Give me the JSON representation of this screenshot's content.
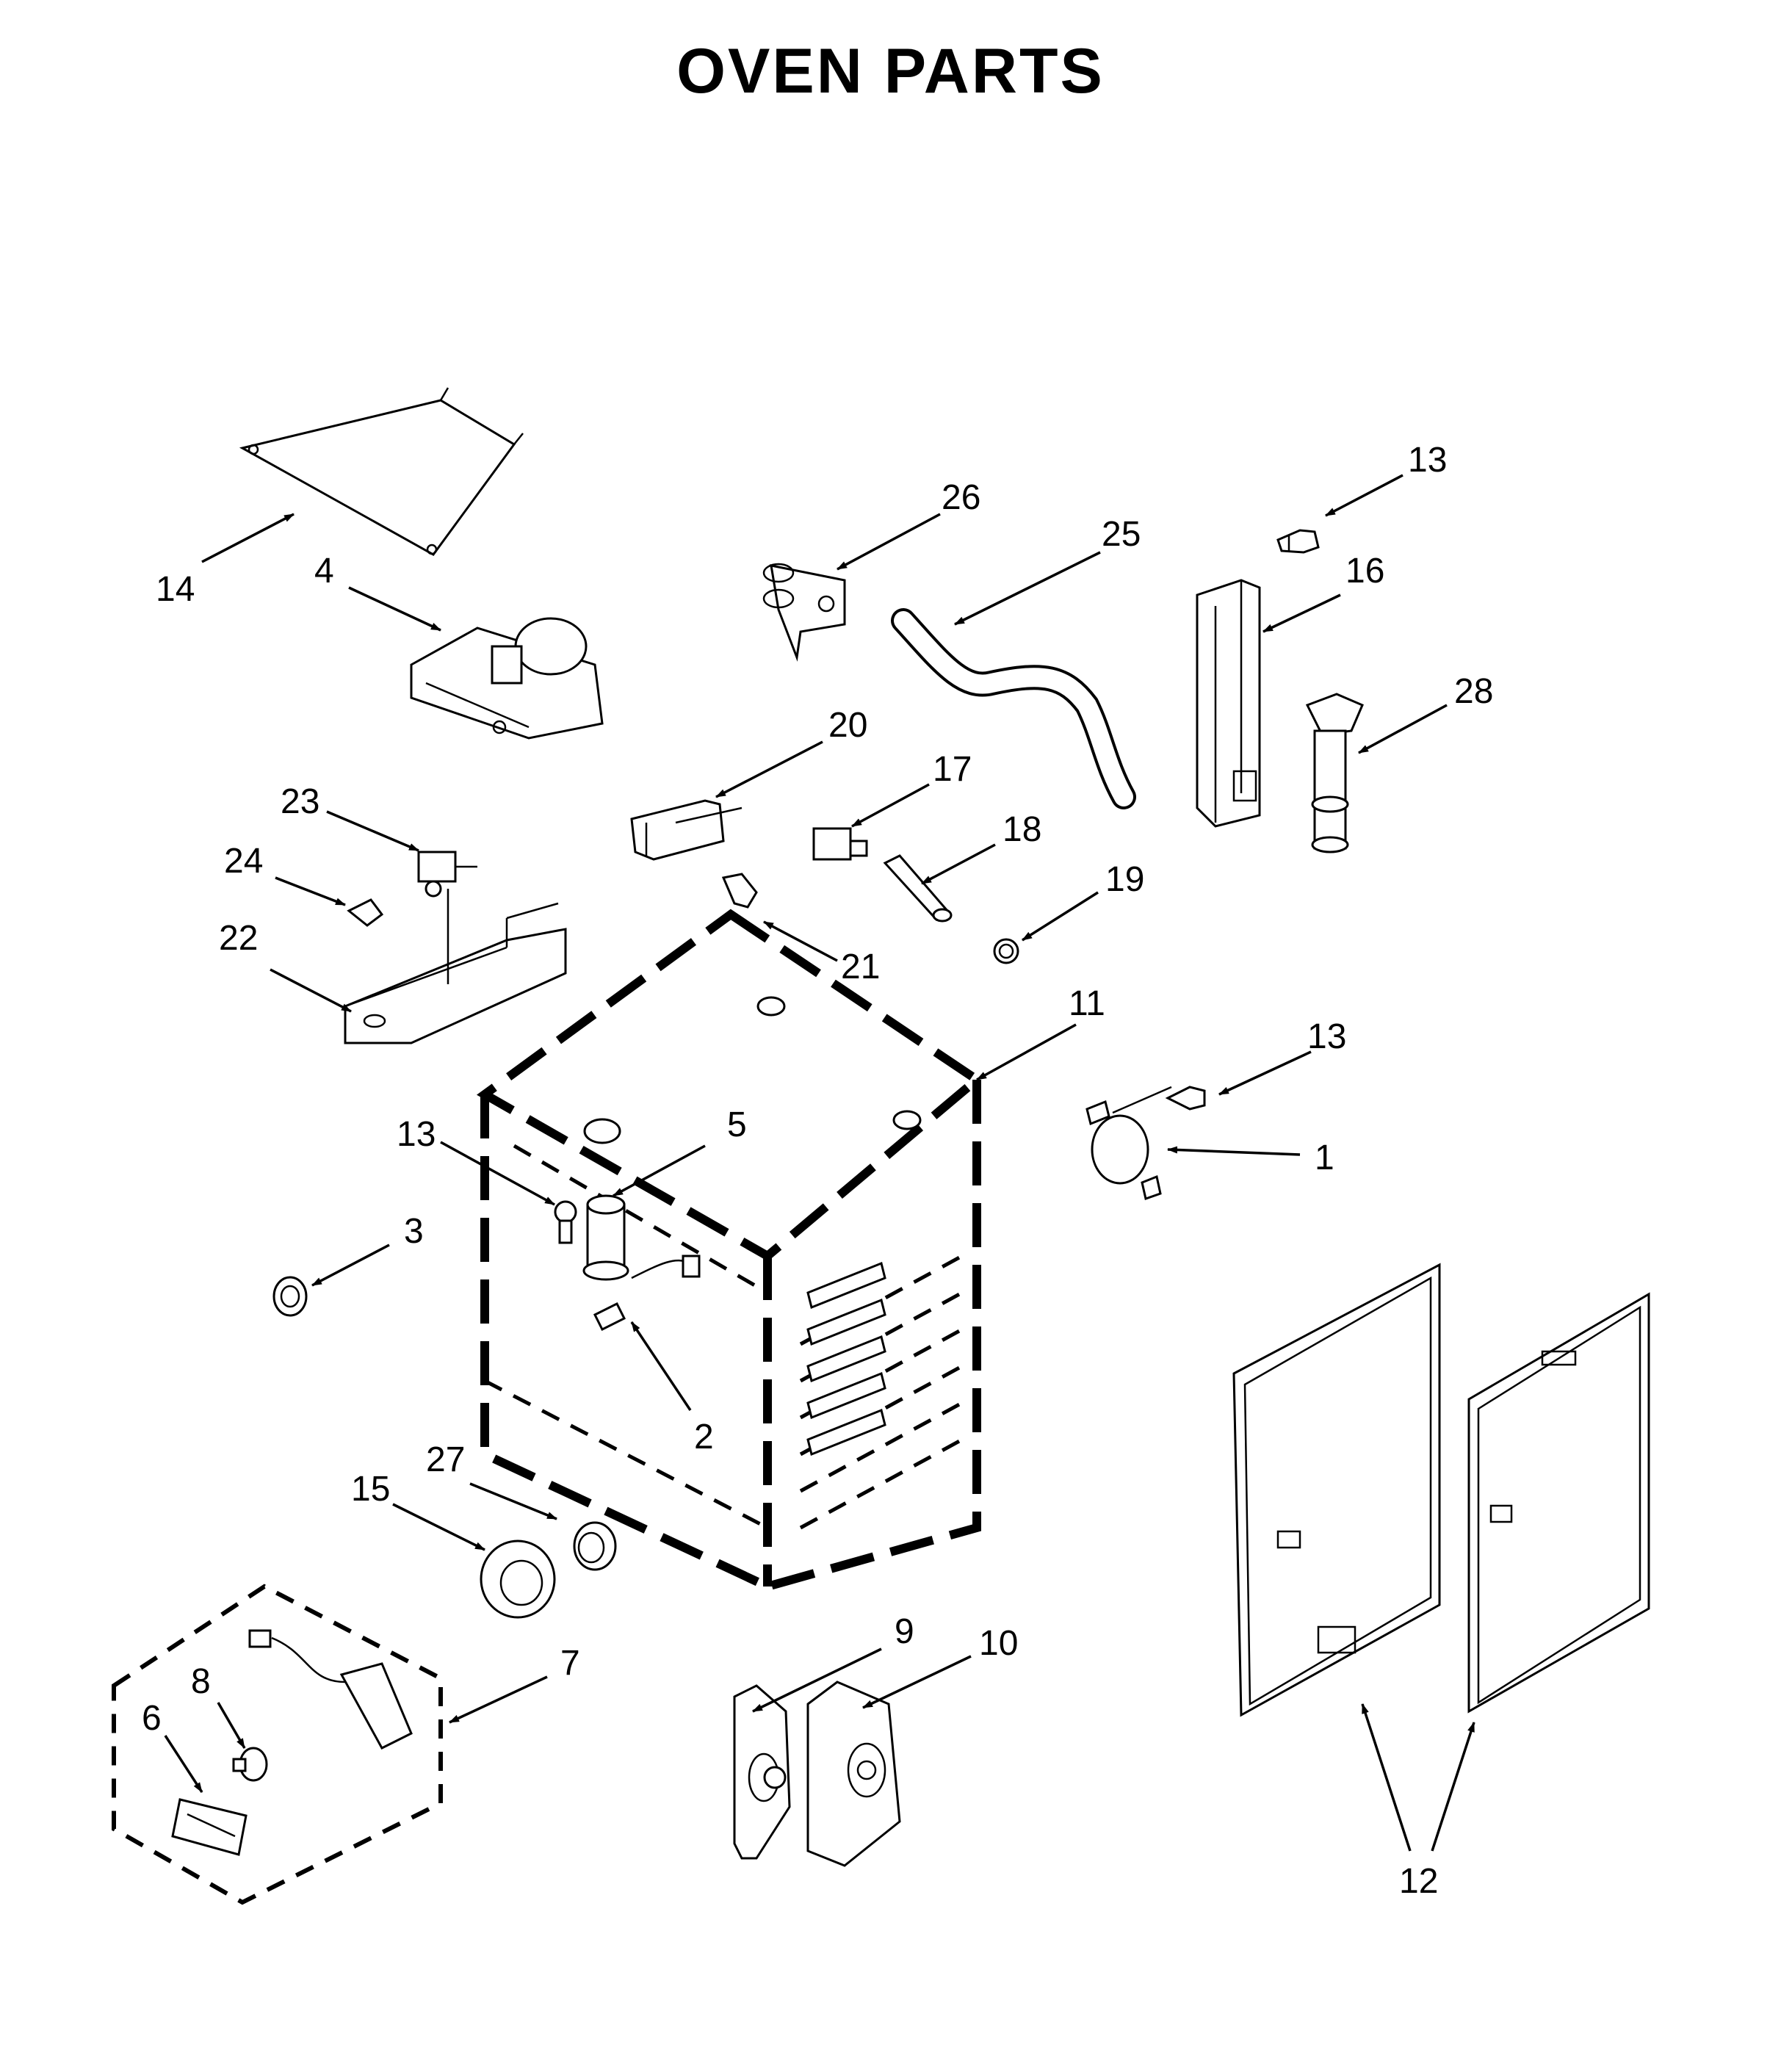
{
  "title": "OVEN PARTS",
  "callouts": [
    {
      "id": "c14a",
      "label": "14"
    },
    {
      "id": "c4",
      "label": "4"
    },
    {
      "id": "c26",
      "label": "26"
    },
    {
      "id": "c25",
      "label": "25"
    },
    {
      "id": "c13a",
      "label": "13"
    },
    {
      "id": "c16",
      "label": "16"
    },
    {
      "id": "c28",
      "label": "28"
    },
    {
      "id": "c20",
      "label": "20"
    },
    {
      "id": "c17",
      "label": "17"
    },
    {
      "id": "c18",
      "label": "18"
    },
    {
      "id": "c19",
      "label": "19"
    },
    {
      "id": "c21",
      "label": "21"
    },
    {
      "id": "c23",
      "label": "23"
    },
    {
      "id": "c24",
      "label": "24"
    },
    {
      "id": "c22",
      "label": "22"
    },
    {
      "id": "c11",
      "label": "11"
    },
    {
      "id": "c13b",
      "label": "13"
    },
    {
      "id": "c1",
      "label": "1"
    },
    {
      "id": "c13c",
      "label": "13"
    },
    {
      "id": "c5",
      "label": "5"
    },
    {
      "id": "c3",
      "label": "3"
    },
    {
      "id": "c2",
      "label": "2"
    },
    {
      "id": "c27",
      "label": "27"
    },
    {
      "id": "c15",
      "label": "15"
    },
    {
      "id": "c7",
      "label": "7"
    },
    {
      "id": "c8",
      "label": "8"
    },
    {
      "id": "c6",
      "label": "6"
    },
    {
      "id": "c9",
      "label": "9"
    },
    {
      "id": "c10",
      "label": "10"
    },
    {
      "id": "c12",
      "label": "12"
    }
  ]
}
